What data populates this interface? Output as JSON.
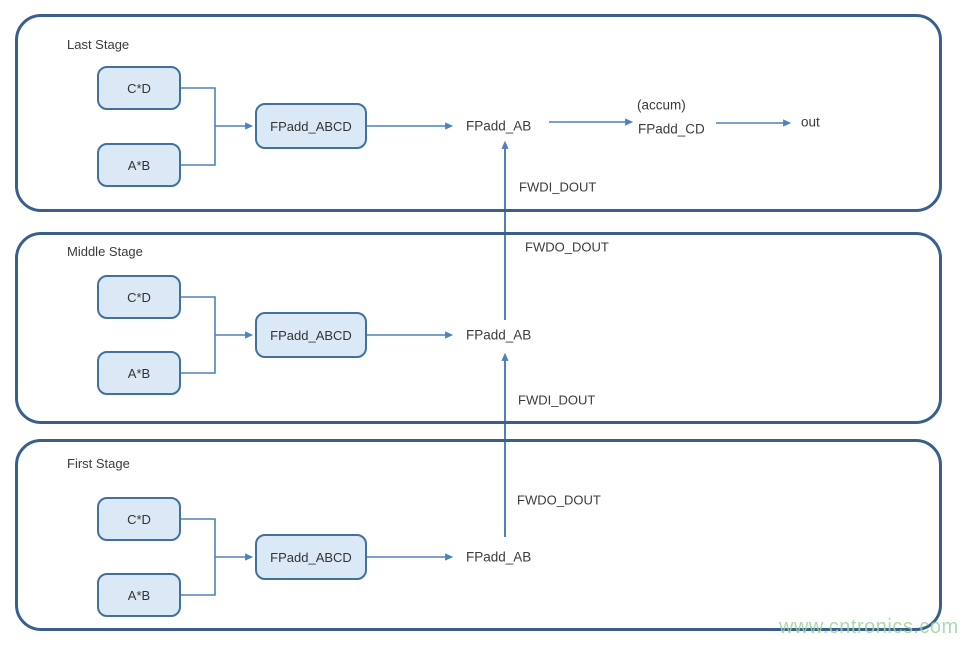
{
  "diagram": {
    "stages": [
      {
        "title": "Last Stage",
        "box_cd": "C*D",
        "box_ab": "A*B",
        "box_abcd": "FPadd_ABCD",
        "node_fpadd_ab": "FPadd_AB",
        "node_accum": "(accum)",
        "node_fpadd_cd": "FPadd_CD",
        "node_out": "out",
        "label_fwdi": "FWDI_DOUT"
      },
      {
        "title": "Middle Stage",
        "box_cd": "C*D",
        "box_ab": "A*B",
        "box_abcd": "FPadd_ABCD",
        "node_fpadd_ab": "FPadd_AB",
        "label_fwdo": "FWDO_DOUT",
        "label_fwdi": "FWDI_DOUT"
      },
      {
        "title": "First Stage",
        "box_cd": "C*D",
        "box_ab": "A*B",
        "box_abcd": "FPadd_ABCD",
        "node_fpadd_ab": "FPadd_AB",
        "label_fwdo": "FWDO_DOUT"
      }
    ],
    "watermark": "www.cntronics.com",
    "colors": {
      "stage_border": "#3A5F8C",
      "box_border": "#41719C",
      "box_fill": "#DBE9F6",
      "connector": "#4E81BD",
      "text": "#3B3B3B",
      "watermark": "#9FD3A0"
    }
  }
}
